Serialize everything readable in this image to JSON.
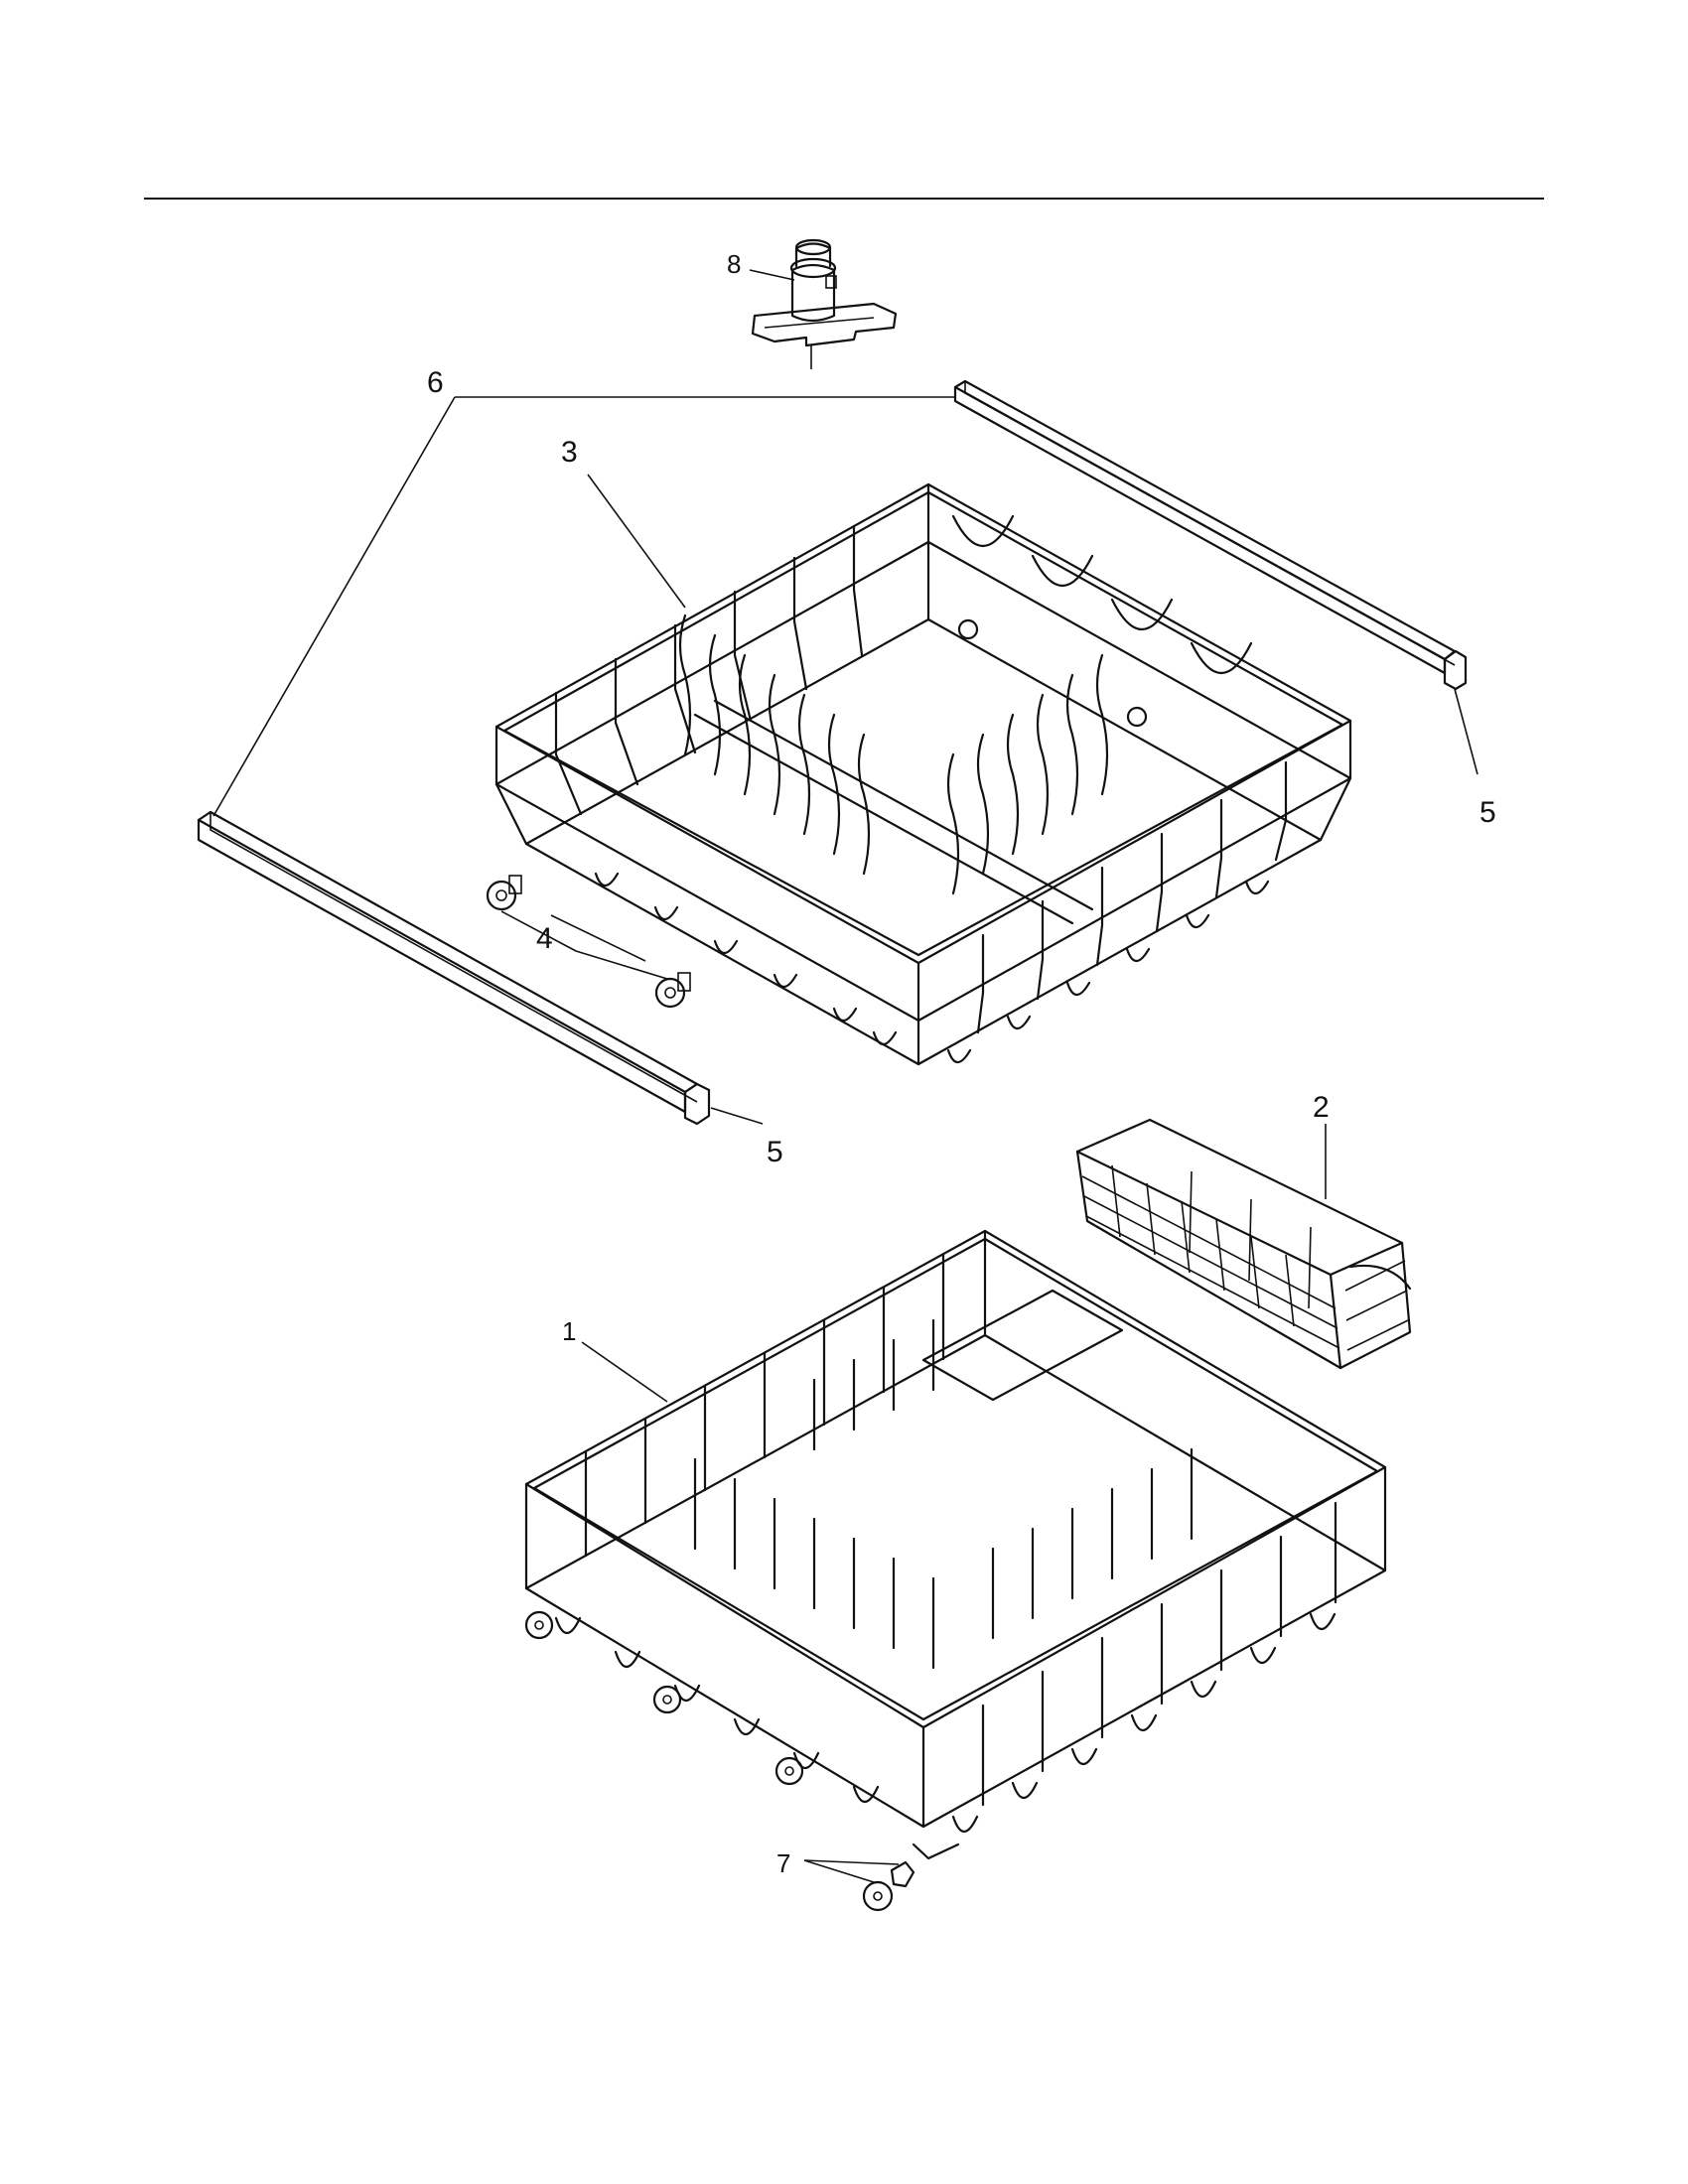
{
  "diagram": {
    "type": "exploded-parts-view",
    "callouts": [
      {
        "id": "c1",
        "label": "1",
        "part": "lower-rack"
      },
      {
        "id": "c2",
        "label": "2",
        "part": "silverware-basket"
      },
      {
        "id": "c3",
        "label": "3",
        "part": "upper-rack"
      },
      {
        "id": "c4",
        "label": "4",
        "part": "upper-rack-rollers"
      },
      {
        "id": "c5a",
        "label": "5",
        "part": "track-end-cap-right"
      },
      {
        "id": "c5b",
        "label": "5",
        "part": "track-end-cap-left"
      },
      {
        "id": "c6",
        "label": "6",
        "part": "rack-tracks"
      },
      {
        "id": "c7",
        "label": "7",
        "part": "lower-rack-wheel"
      },
      {
        "id": "c8",
        "label": "8",
        "part": "spray-nozzle-manifold"
      }
    ],
    "colors": {
      "ink": "#111111",
      "paper": "#ffffff",
      "shade": "#cfcfcf"
    }
  }
}
